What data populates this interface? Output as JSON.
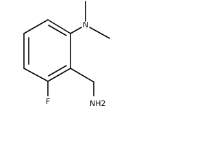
{
  "molecule": {
    "atom_labels": {
      "dimethylamino_n": "N",
      "aminomethyl_nh2": "NH2",
      "fluoro": "F"
    },
    "line_color": "#000000",
    "background_color": "#ffffff"
  }
}
